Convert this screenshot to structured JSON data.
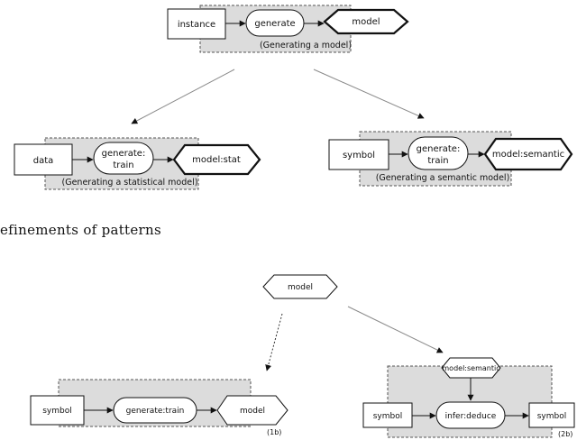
{
  "top": {
    "instance": "instance",
    "generate": "generate",
    "model": "model",
    "caption": "(Generating a model)"
  },
  "left": {
    "data": "data",
    "generate_line1": "generate:",
    "generate_line2": "train",
    "model": "model:stat",
    "caption": "(Generating a statistical model)"
  },
  "right": {
    "symbol": "symbol",
    "generate_line1": "generate:",
    "generate_line2": "train",
    "model": "model:semantic",
    "caption": "(Generating a semantic model)"
  },
  "heading": "efinements of patterns",
  "bottom": {
    "model": "model",
    "p1b": {
      "symbol": "symbol",
      "train": "generate:train",
      "model": "model",
      "tag": "(1b)"
    },
    "p2b": {
      "model_semantic": "model:semantic",
      "symbol_in": "symbol",
      "deduce": "infer:deduce",
      "symbol_out": "symbol",
      "tag": "(2b)"
    }
  }
}
